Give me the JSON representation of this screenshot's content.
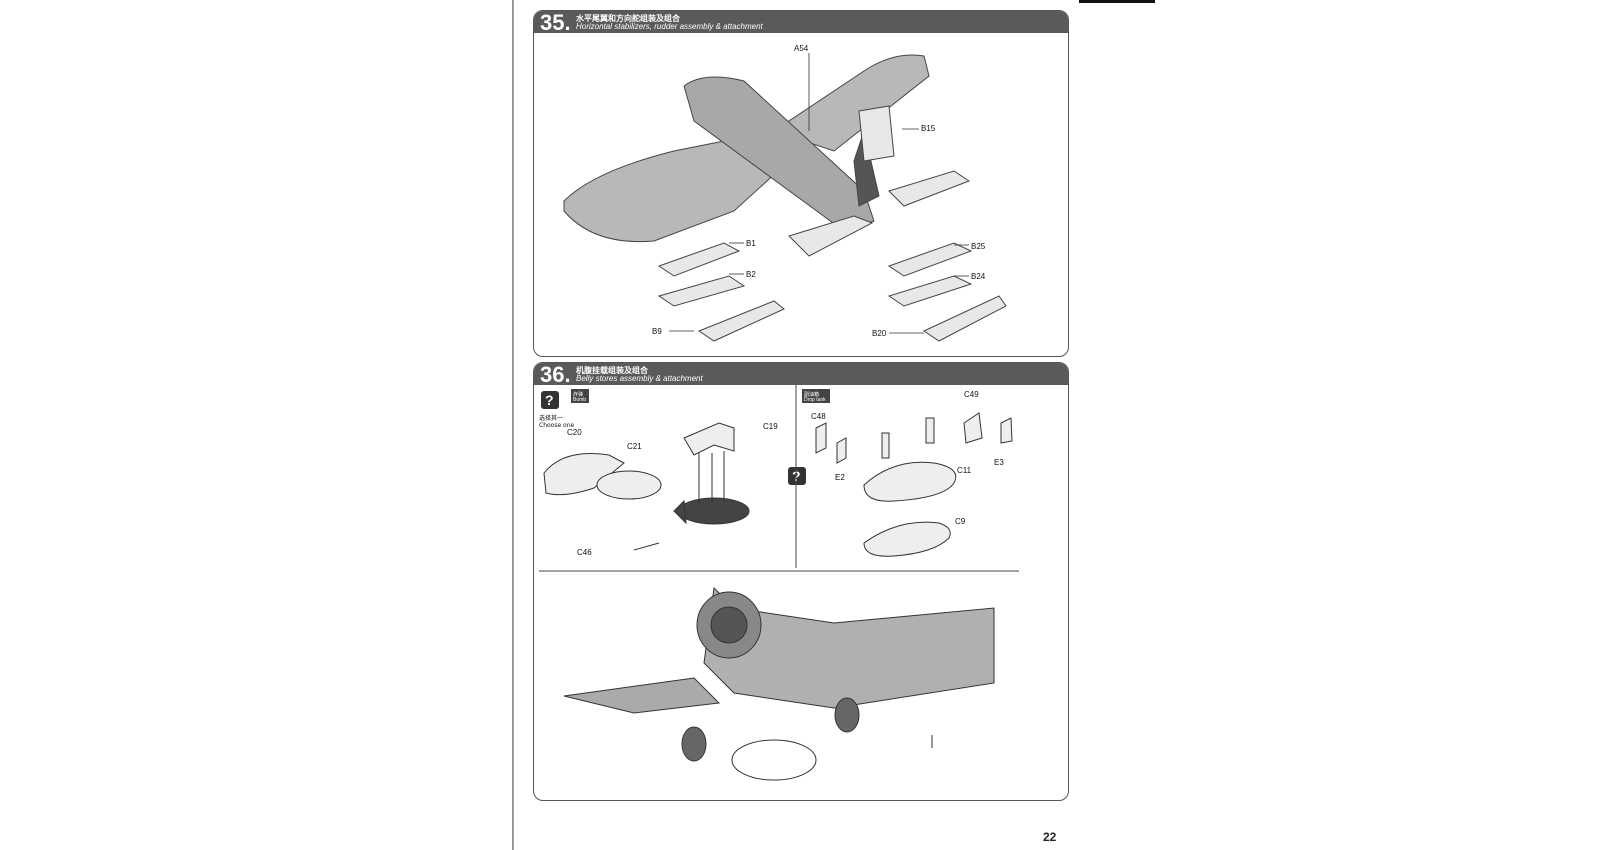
{
  "steps": [
    {
      "number": "35.",
      "title_cn": "水平尾翼和方向舵组装及组合",
      "title_en": "Horizontal stabilizers, rudder assembly & attachment",
      "part_labels": [
        "A54",
        "B15",
        "B1",
        "B2",
        "B25",
        "B24",
        "B9",
        "B20"
      ]
    },
    {
      "number": "36.",
      "title_cn": "机腹挂载组装及组合",
      "title_en": "Belly stores assembly & attachment",
      "choose_cn": "选择其一",
      "choose_en": "Choose one",
      "option_bomb_cn": "炸弹",
      "option_bomb_en": "Bomb",
      "option_tank_cn": "副油箱",
      "option_tank_en": "Drop tank",
      "part_labels": [
        "C20",
        "C21",
        "C19",
        "C46",
        "C48",
        "C49",
        "E2",
        "E3",
        "C11",
        "C9"
      ]
    }
  ],
  "page_number": "22"
}
